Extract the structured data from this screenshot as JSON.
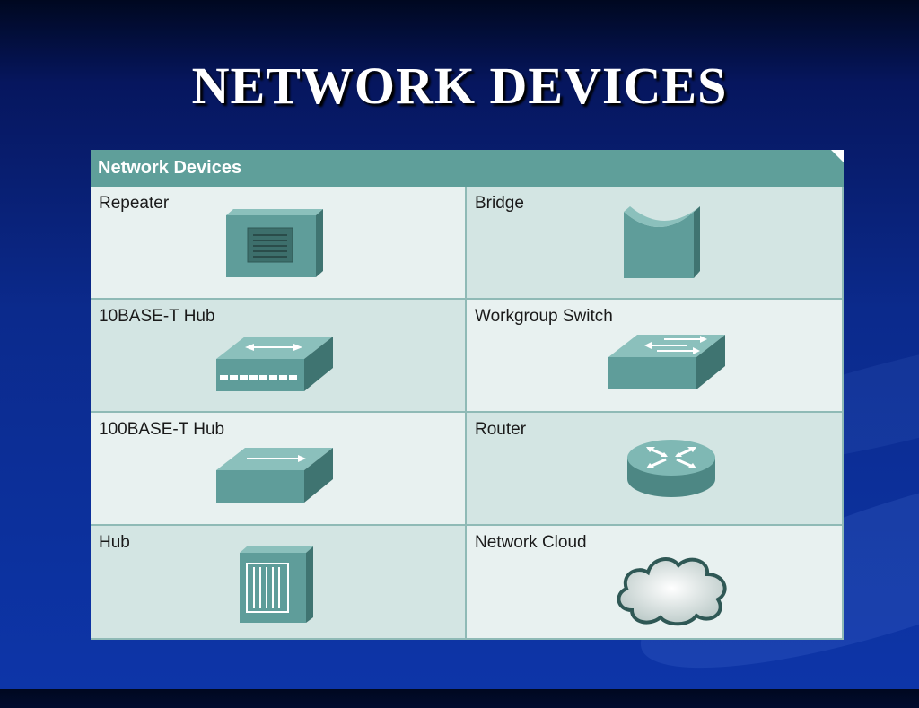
{
  "slide": {
    "title": "NETWORK DEVICES"
  },
  "panel": {
    "header": "Network Devices",
    "devices": [
      {
        "label": "Repeater",
        "icon": "repeater-icon"
      },
      {
        "label": "Bridge",
        "icon": "bridge-icon"
      },
      {
        "label": "10BASE-T Hub",
        "icon": "10base-t-hub-icon"
      },
      {
        "label": "Workgroup Switch",
        "icon": "workgroup-switch-icon"
      },
      {
        "label": "100BASE-T Hub",
        "icon": "100base-t-hub-icon"
      },
      {
        "label": "Router",
        "icon": "router-icon"
      },
      {
        "label": "Hub",
        "icon": "hub-icon"
      },
      {
        "label": "Network Cloud",
        "icon": "network-cloud-icon"
      }
    ]
  },
  "colors": {
    "background": "#0b2a8c",
    "header": "#5f9f9a",
    "device_teal": "#5f9d9a",
    "panel": "#d6e7e5"
  }
}
